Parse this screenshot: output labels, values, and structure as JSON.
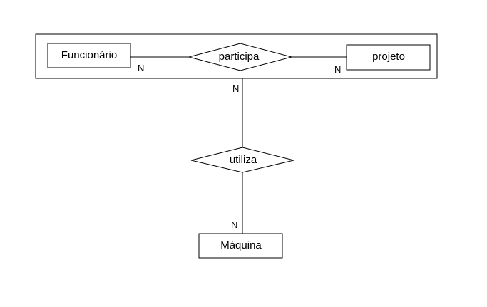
{
  "diagram": {
    "entities": {
      "funcionario": "Funcionário",
      "projeto": "projeto",
      "maquina": "Máquina"
    },
    "relationships": {
      "participa": "participa",
      "utiliza": "utiliza"
    },
    "cardinalities": {
      "funcionario_participa": "N",
      "projeto_participa": "N",
      "aggregation_utiliza": "N",
      "maquina_utiliza": "N"
    },
    "colors": {
      "stroke": "#000000",
      "background": "#ffffff"
    }
  }
}
